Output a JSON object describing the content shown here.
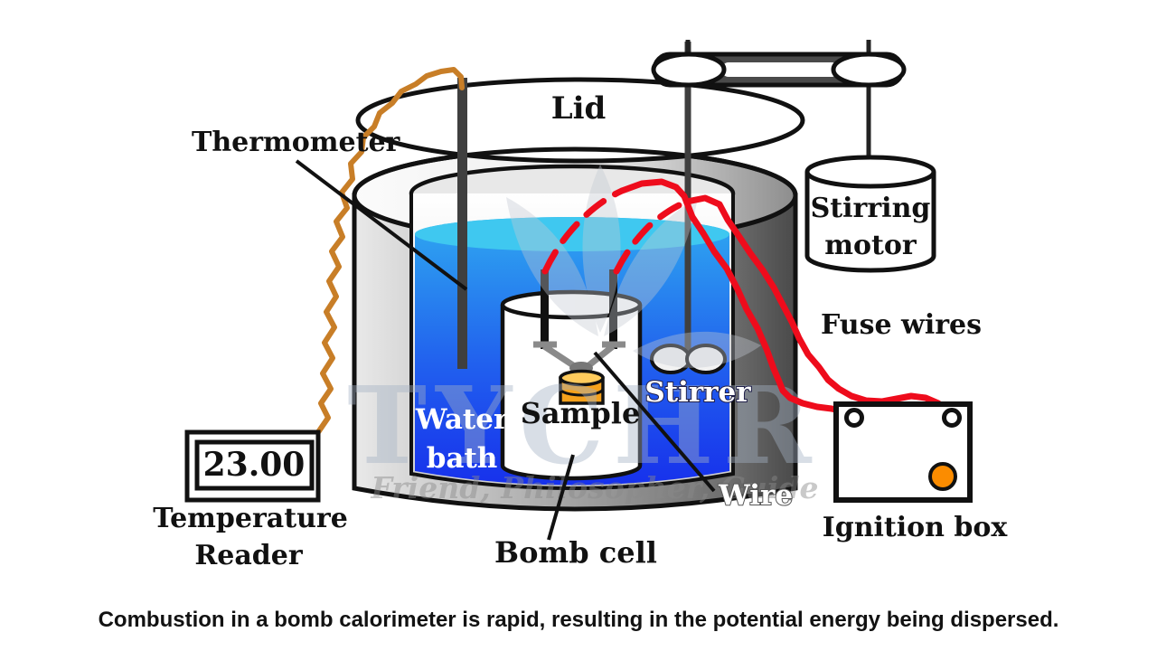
{
  "diagram": {
    "labels": {
      "lid": "Lid",
      "thermometer": "Thermometer",
      "stirring_motor_line1": "Stirring",
      "stirring_motor_line2": "motor",
      "fuse_wires": "Fuse wires",
      "water_bath_line1": "Water",
      "water_bath_line2": "bath",
      "sample": "Sample",
      "stirrer": "Stirrer",
      "wire": "Wire",
      "bomb_cell": "Bomb cell",
      "ignition_box": "Ignition box",
      "temperature_reader_line1": "Temperature",
      "temperature_reader_line2": "Reader"
    },
    "temperature_reader": {
      "value": "23.00"
    },
    "colors": {
      "water_top": "#3FC8F0",
      "water_deep": "#1731EC",
      "wire_red": "#EE0C1C",
      "wire_orange": "#C87E27",
      "sample_orange": "#F5A11C",
      "ignition_dot": "#FB8C00"
    }
  },
  "watermark": {
    "brand": "TYCHR",
    "tagline": "Friend, Philosopher, Guide"
  },
  "caption": "Combustion in a bomb calorimeter is rapid, resulting in the potential energy being dispersed."
}
